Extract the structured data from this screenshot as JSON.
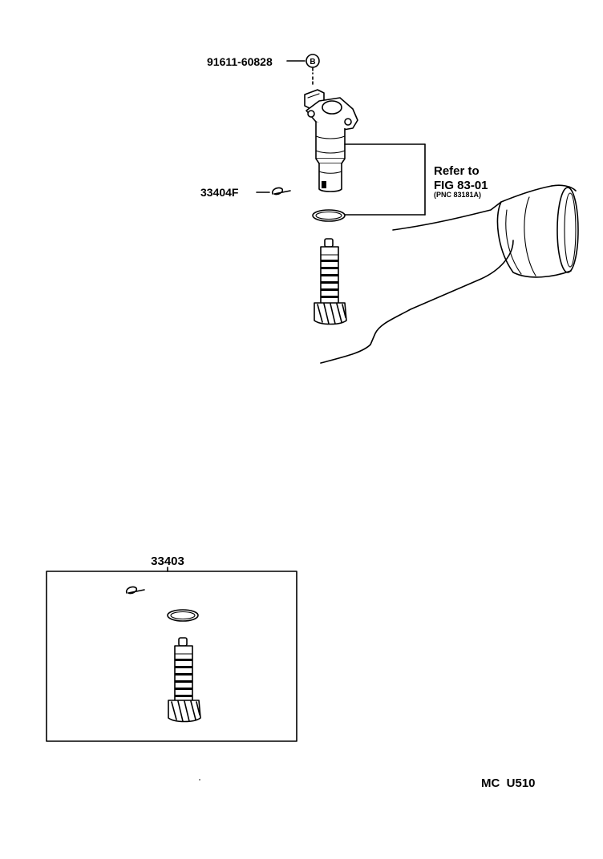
{
  "labels": {
    "bolt_part": "91611-60828",
    "bolt_callout": "B",
    "clip_part": "33404F",
    "refer_line1": "Refer to",
    "refer_line2": "FIG 83-01",
    "refer_line3": "(PNC 83181A)",
    "kit_part": "33403",
    "figure_code": "MC  U510"
  }
}
